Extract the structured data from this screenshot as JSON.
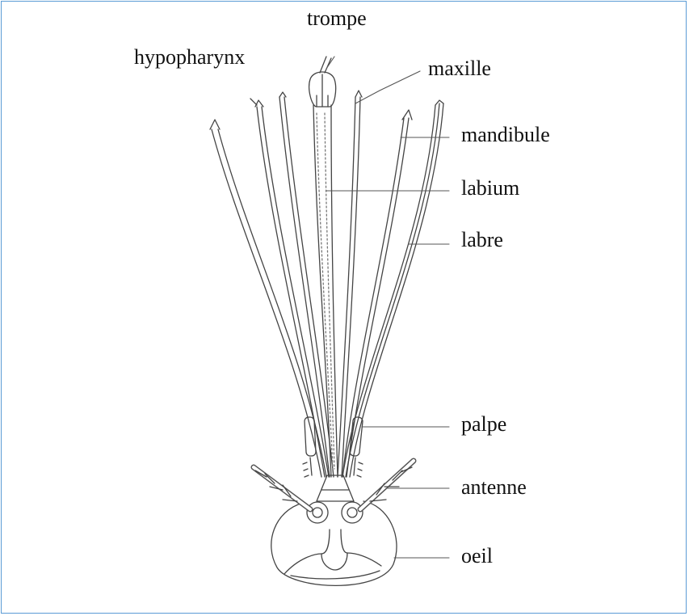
{
  "labels": {
    "trompe": "trompe",
    "hypopharynx": "hypopharynx",
    "maxille": "maxille",
    "mandibule": "mandibule",
    "labium": "labium",
    "labre": "labre",
    "palpe": "palpe",
    "antenne": "antenne",
    "oeil": "oeil"
  },
  "colors": {
    "frame": "#5b9bd5",
    "ink": "#333333"
  }
}
